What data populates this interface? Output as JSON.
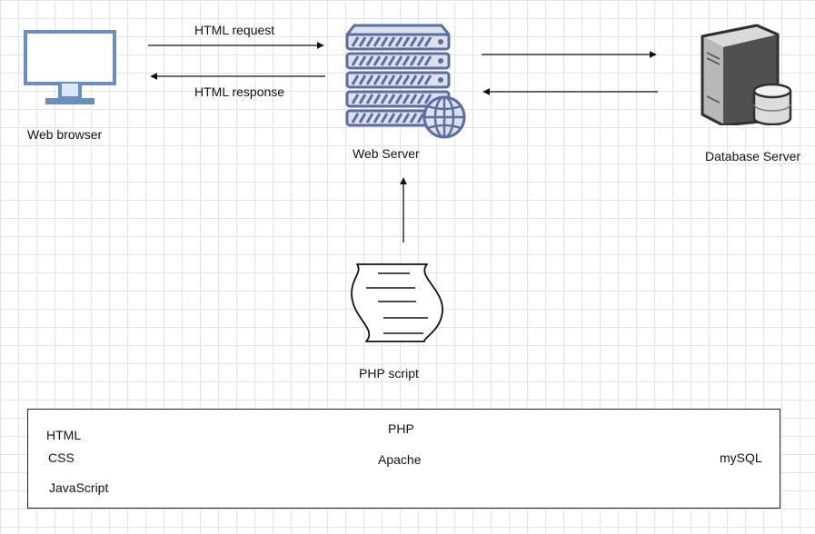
{
  "nodes": {
    "browser": {
      "label": "Web browser"
    },
    "web_server": {
      "label": "Web Server"
    },
    "db_server": {
      "label": "Database Server"
    },
    "php_script": {
      "label": "PHP script"
    }
  },
  "edges": {
    "request": {
      "label": "HTML request"
    },
    "response": {
      "label": "HTML response"
    }
  },
  "stack": {
    "client": [
      "HTML",
      "CSS",
      "JavaScript"
    ],
    "server": [
      "PHP",
      "Apache"
    ],
    "database": [
      "mySQL"
    ]
  },
  "colors": {
    "monitor_frame": "#6c8ebf",
    "monitor_fill": "#ffffff",
    "server_stroke": "#5b6e9e",
    "server_fill": "#dae0ee",
    "db_dark": "#505050",
    "db_light": "#b8b8b8",
    "line": "#111111"
  }
}
